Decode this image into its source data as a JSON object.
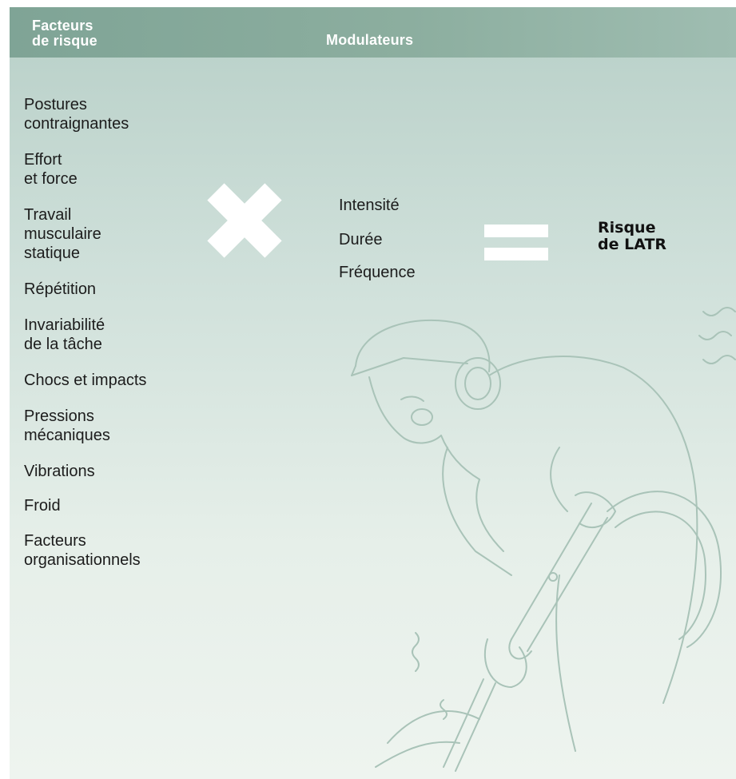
{
  "header": {
    "left_title": "Facteurs\nde risque",
    "mid_title": "Modulateurs"
  },
  "factors": [
    "Postures\ncontraignantes",
    "Effort\net force",
    "Travail\nmusculaire\nstatique",
    "Répétition",
    "Invariabilité\nde la tâche",
    "Chocs et impacts",
    "Pressions\nmécaniques",
    "Vibrations",
    "Froid",
    "Facteurs\norganisationnels"
  ],
  "modulators": [
    "Intensité",
    "Durée",
    "Fréquence"
  ],
  "result": "Risque\nde LATR",
  "colors": {
    "header": "#8cae9f",
    "background_top": "#b7cfc7",
    "background_bottom": "#eef4ef",
    "symbols": "#ffffff",
    "illustration": "#a9c3b8"
  },
  "icons": [
    "multiply-icon",
    "equals-icon",
    "worker-illustration"
  ]
}
